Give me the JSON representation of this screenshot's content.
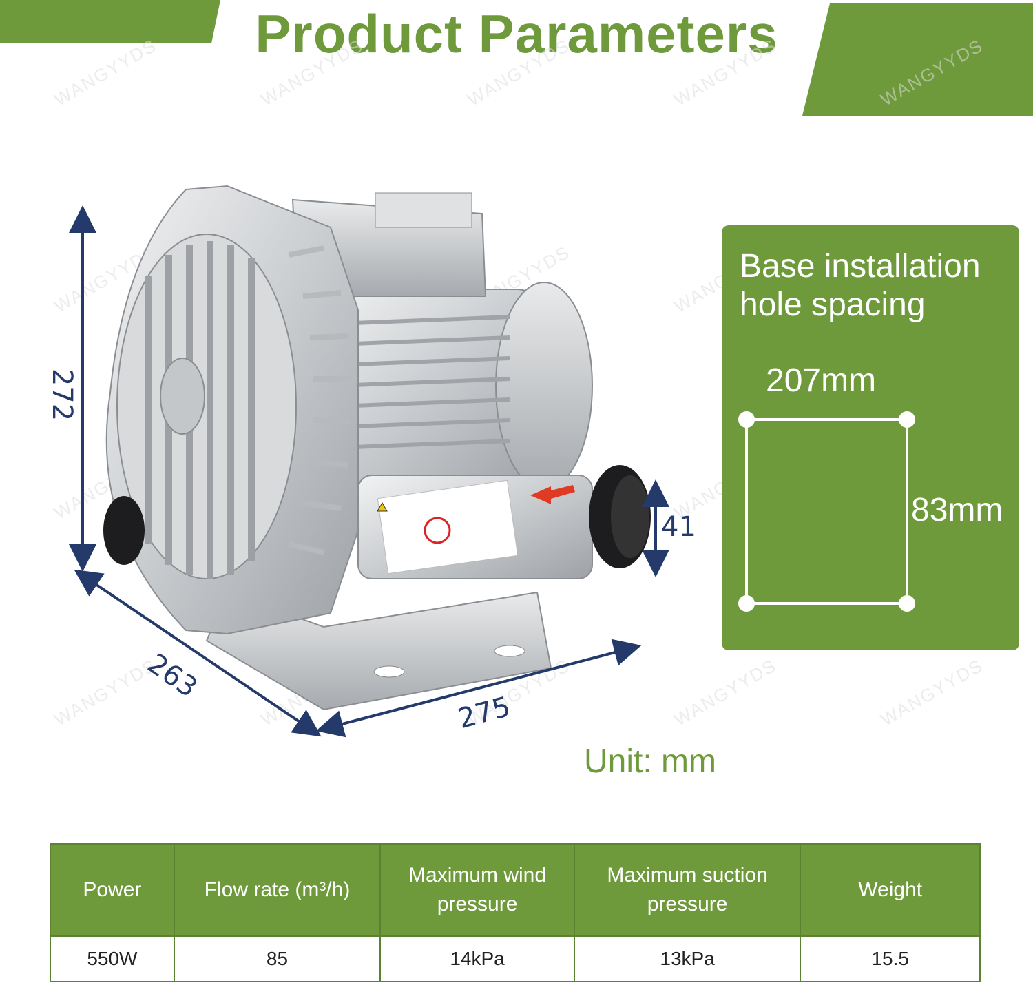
{
  "title": "Product Parameters",
  "watermark": "WANGYYDS",
  "dimensions": {
    "height": "272",
    "depth": "263",
    "width": "275",
    "outlet": "41"
  },
  "base_spacing": {
    "title": "Base installation hole spacing",
    "width": "207mm",
    "depth": "83mm"
  },
  "unit_note": "Unit: mm",
  "spec_table": {
    "headers": [
      "Power",
      "Flow rate (m³/h)",
      "Maximum wind pressure",
      "Maximum suction pressure",
      "Weight"
    ],
    "row": [
      "550W",
      "85",
      "14kPa",
      "13kPa",
      "15.5"
    ]
  },
  "colors": {
    "accent": "#6f9a3c",
    "dimension": "#233a6b",
    "arrow": "#e03a22"
  }
}
